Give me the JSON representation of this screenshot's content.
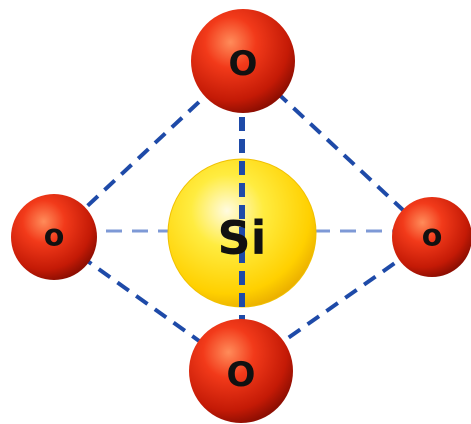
{
  "atoms": {
    "center": {
      "label": "Si",
      "color": "#ffd400"
    },
    "top": {
      "label": "O",
      "color": "#e82a12"
    },
    "left": {
      "label": "o",
      "color": "#e82a12"
    },
    "right": {
      "label": "o",
      "color": "#e82a12"
    },
    "bottom": {
      "label": "O",
      "color": "#e82a12"
    }
  },
  "bond_color": "#1e4aa8",
  "bond_color_light": "#7e99d6"
}
